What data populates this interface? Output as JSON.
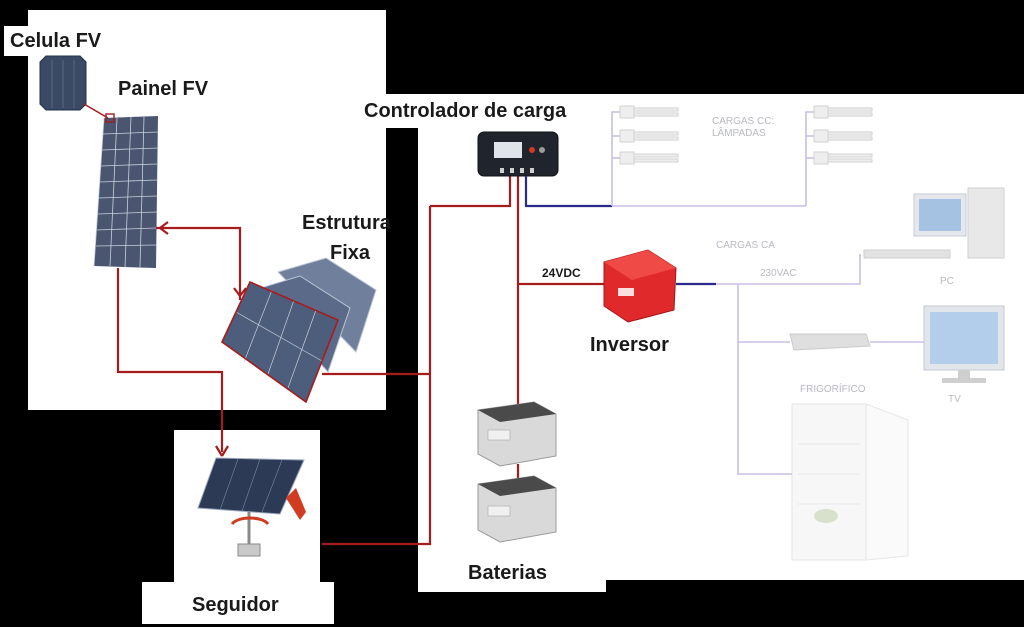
{
  "labels": {
    "cell": "Celula FV",
    "panel": "Painel FV",
    "structure_line1": "Estrutura",
    "structure_line2": "Fixa",
    "controller": "Controlador de carga",
    "inverter": "Inversor",
    "batteries": "Baterias",
    "tracker": "Seguidor",
    "voltage_dc": "24VDC",
    "voltage_ac": "230VAC",
    "dc_loads_line1": "CARGAS CC:",
    "dc_loads_line2": "LÂMPADAS",
    "ac_loads": "CARGAS CA",
    "pc": "PC",
    "tv": "TV",
    "fridge": "FRIGORÍFICO"
  },
  "colors": {
    "background": "#000000",
    "panel_bg": "#ffffff",
    "dc_wire": "#a61c1c",
    "load_wire": "#2a2a8c",
    "faint_wire": "#c9bde4",
    "inverter_red": "#e0292b"
  }
}
